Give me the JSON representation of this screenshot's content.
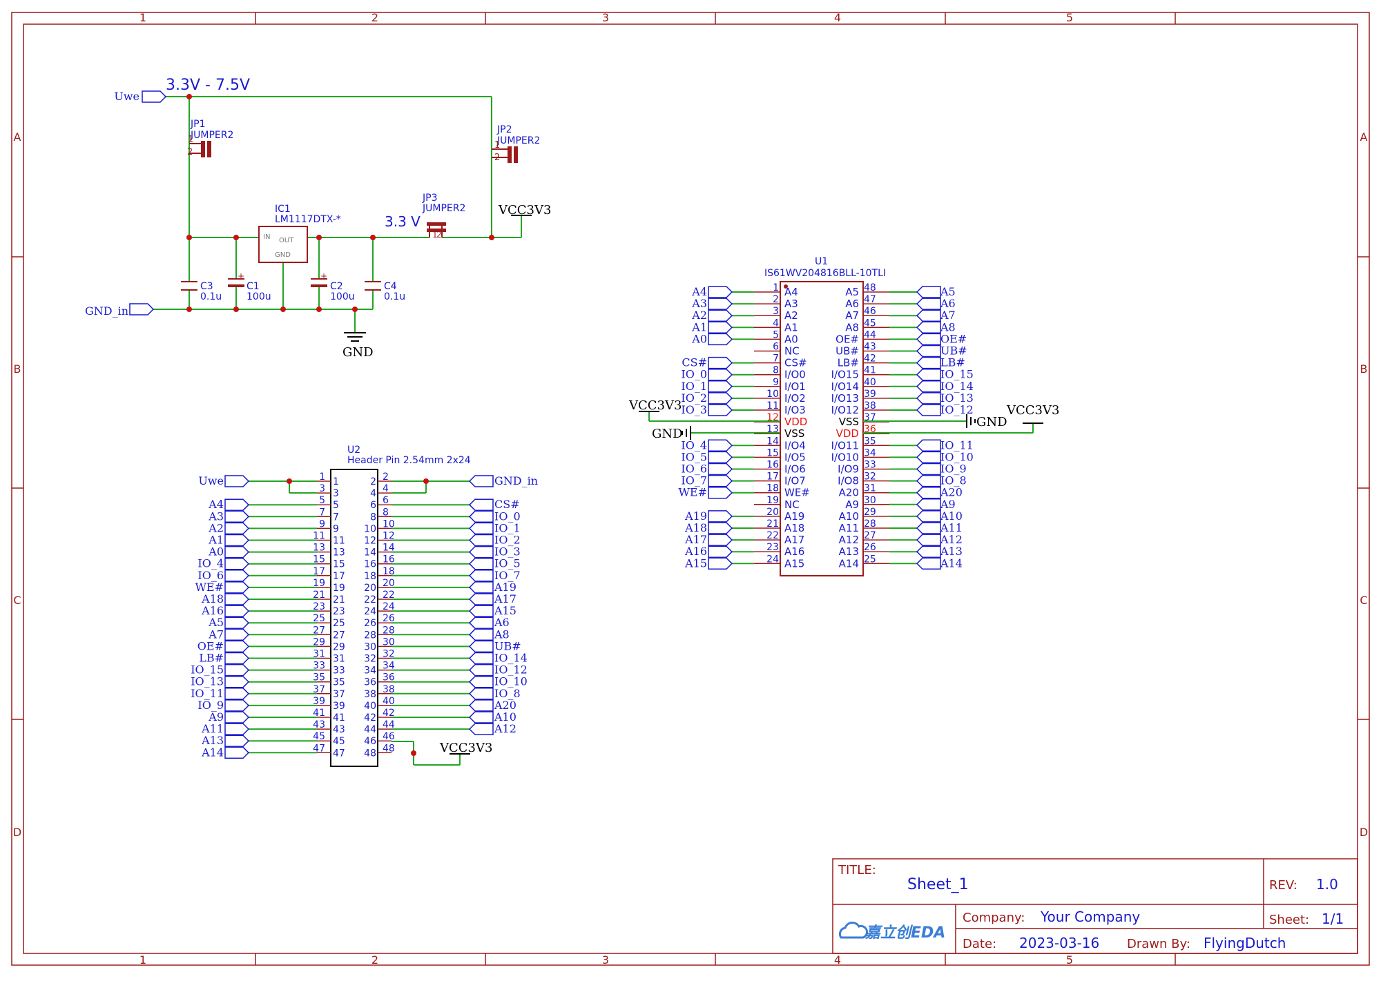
{
  "colors": {
    "border": "#9b1b1b",
    "wire": "#22a522",
    "label": "#1a1acc",
    "pin": "#9b1b1b",
    "body": "#9b1b1b",
    "black": "#000000",
    "red": "#ee1111",
    "title": "#1a1acc"
  },
  "frame": {
    "cols": [
      "1",
      "2",
      "3",
      "4",
      "5"
    ],
    "rows": [
      "A",
      "B",
      "C",
      "D"
    ]
  },
  "power": {
    "uwe": "Uwe",
    "gnd_in": "GND_in",
    "range": "3.3V - 7.5V",
    "v33": "3.3 V",
    "gnd": "GND",
    "vcc": "VCC3V3",
    "jp1_ref": "JP1",
    "jp1_val": "JUMPER2",
    "jp2_ref": "JP2",
    "jp2_val": "JUMPER2",
    "jp3_ref": "JP3",
    "jp3_val": "JUMPER2",
    "ic1_ref": "IC1",
    "ic1_val": "LM1117DTX-*",
    "ic1_in": "IN",
    "ic1_out": "OUT",
    "ic1_gnd": "GND",
    "c3": "C3",
    "c3v": "0.1u",
    "c1": "C1",
    "c1v": "100u",
    "c2": "C2",
    "c2v": "100u",
    "c4": "C4",
    "c4v": "0.1u",
    "p1": "1",
    "p2": "2"
  },
  "u1": {
    "ref": "U1",
    "value": "IS61WV204816BLL-10TLI",
    "left": [
      {
        "num": "1",
        "pin": "A4",
        "net": "A4"
      },
      {
        "num": "2",
        "pin": "A3",
        "net": "A3"
      },
      {
        "num": "3",
        "pin": "A2",
        "net": "A2"
      },
      {
        "num": "4",
        "pin": "A1",
        "net": "A1"
      },
      {
        "num": "5",
        "pin": "A0",
        "net": "A0"
      },
      {
        "num": "6",
        "pin": "NC",
        "net": ""
      },
      {
        "num": "7",
        "pin": "CS#",
        "net": "CS#"
      },
      {
        "num": "8",
        "pin": "I/O0",
        "net": "IO_0"
      },
      {
        "num": "9",
        "pin": "I/O1",
        "net": "IO_1"
      },
      {
        "num": "10",
        "pin": "I/O2",
        "net": "IO_2"
      },
      {
        "num": "11",
        "pin": "I/O3",
        "net": "IO_3"
      },
      {
        "num": "12",
        "pin": "VDD",
        "net": ""
      },
      {
        "num": "13",
        "pin": "VSS",
        "net": ""
      },
      {
        "num": "14",
        "pin": "I/O4",
        "net": "IO_4"
      },
      {
        "num": "15",
        "pin": "I/O5",
        "net": "IO_5"
      },
      {
        "num": "16",
        "pin": "I/O6",
        "net": "IO_6"
      },
      {
        "num": "17",
        "pin": "I/O7",
        "net": "IO_7"
      },
      {
        "num": "18",
        "pin": "WE#",
        "net": "WE#"
      },
      {
        "num": "19",
        "pin": "NC",
        "net": ""
      },
      {
        "num": "20",
        "pin": "A19",
        "net": "A19"
      },
      {
        "num": "21",
        "pin": "A18",
        "net": "A18"
      },
      {
        "num": "22",
        "pin": "A17",
        "net": "A17"
      },
      {
        "num": "23",
        "pin": "A16",
        "net": "A16"
      },
      {
        "num": "24",
        "pin": "A15",
        "net": "A15"
      }
    ],
    "right": [
      {
        "num": "48",
        "pin": "A5",
        "net": "A5"
      },
      {
        "num": "47",
        "pin": "A6",
        "net": "A6"
      },
      {
        "num": "46",
        "pin": "A7",
        "net": "A7"
      },
      {
        "num": "45",
        "pin": "A8",
        "net": "A8"
      },
      {
        "num": "44",
        "pin": "OE#",
        "net": "OE#"
      },
      {
        "num": "43",
        "pin": "UB#",
        "net": "UB#"
      },
      {
        "num": "42",
        "pin": "LB#",
        "net": "LB#"
      },
      {
        "num": "41",
        "pin": "I/O15",
        "net": "IO_15"
      },
      {
        "num": "40",
        "pin": "I/O14",
        "net": "IO_14"
      },
      {
        "num": "39",
        "pin": "I/O13",
        "net": "IO_13"
      },
      {
        "num": "38",
        "pin": "I/O12",
        "net": "IO_12"
      },
      {
        "num": "37",
        "pin": "VSS",
        "net": ""
      },
      {
        "num": "36",
        "pin": "VDD",
        "net": ""
      },
      {
        "num": "35",
        "pin": "I/O11",
        "net": "IO_11"
      },
      {
        "num": "34",
        "pin": "I/O10",
        "net": "IO_10"
      },
      {
        "num": "33",
        "pin": "I/O9",
        "net": "IO_9"
      },
      {
        "num": "32",
        "pin": "I/O8",
        "net": "IO_8"
      },
      {
        "num": "31",
        "pin": "A20",
        "net": "A20"
      },
      {
        "num": "30",
        "pin": "A9",
        "net": "A9"
      },
      {
        "num": "29",
        "pin": "A10",
        "net": "A10"
      },
      {
        "num": "28",
        "pin": "A11",
        "net": "A11"
      },
      {
        "num": "27",
        "pin": "A12",
        "net": "A12"
      },
      {
        "num": "26",
        "pin": "A13",
        "net": "A13"
      },
      {
        "num": "25",
        "pin": "A14",
        "net": "A14"
      }
    ],
    "vcc_l": "VCC3V3",
    "gnd_l": "GND",
    "vcc_r": "VCC3V3",
    "gnd_r": "GND"
  },
  "u2": {
    "ref": "U2",
    "value": "Header Pin 2.54mm 2x24",
    "left": [
      {
        "num": "1",
        "net": "Uwe"
      },
      {
        "num": "3",
        "net": ""
      },
      {
        "num": "5",
        "net": "A4"
      },
      {
        "num": "7",
        "net": "A3"
      },
      {
        "num": "9",
        "net": "A2"
      },
      {
        "num": "11",
        "net": "A1"
      },
      {
        "num": "13",
        "net": "A0"
      },
      {
        "num": "15",
        "net": "IO_4"
      },
      {
        "num": "17",
        "net": "IO_6"
      },
      {
        "num": "19",
        "net": "WE#"
      },
      {
        "num": "21",
        "net": "A18"
      },
      {
        "num": "23",
        "net": "A16"
      },
      {
        "num": "25",
        "net": "A5"
      },
      {
        "num": "27",
        "net": "A7"
      },
      {
        "num": "29",
        "net": "OE#"
      },
      {
        "num": "31",
        "net": "LB#"
      },
      {
        "num": "33",
        "net": "IO_15"
      },
      {
        "num": "35",
        "net": "IO_13"
      },
      {
        "num": "37",
        "net": "IO_11"
      },
      {
        "num": "39",
        "net": "IO_9"
      },
      {
        "num": "41",
        "net": "A9"
      },
      {
        "num": "43",
        "net": "A11"
      },
      {
        "num": "45",
        "net": "A13"
      },
      {
        "num": "47",
        "net": "A14"
      }
    ],
    "right": [
      {
        "num": "2",
        "net": "GND_in"
      },
      {
        "num": "4",
        "net": ""
      },
      {
        "num": "6",
        "net": "CS#"
      },
      {
        "num": "8",
        "net": "IO_0"
      },
      {
        "num": "10",
        "net": "IO_1"
      },
      {
        "num": "12",
        "net": "IO_2"
      },
      {
        "num": "14",
        "net": "IO_3"
      },
      {
        "num": "16",
        "net": "IO_5"
      },
      {
        "num": "18",
        "net": "IO_7"
      },
      {
        "num": "20",
        "net": "A19"
      },
      {
        "num": "22",
        "net": "A17"
      },
      {
        "num": "24",
        "net": "A15"
      },
      {
        "num": "26",
        "net": "A6"
      },
      {
        "num": "28",
        "net": "A8"
      },
      {
        "num": "30",
        "net": "UB#"
      },
      {
        "num": "32",
        "net": "IO_14"
      },
      {
        "num": "34",
        "net": "IO_12"
      },
      {
        "num": "36",
        "net": "IO_10"
      },
      {
        "num": "38",
        "net": "IO_8"
      },
      {
        "num": "40",
        "net": "A20"
      },
      {
        "num": "42",
        "net": "A10"
      },
      {
        "num": "44",
        "net": "A12"
      },
      {
        "num": "46",
        "net": ""
      },
      {
        "num": "48",
        "net": ""
      }
    ],
    "vcc": "VCC3V3"
  },
  "title_block": {
    "title_label": "TITLE:",
    "title": "Sheet_1",
    "rev_label": "REV:",
    "rev": "1.0",
    "company_label": "Company:",
    "company": "Your Company",
    "sheet_label": "Sheet:",
    "sheet": "1/1",
    "date_label": "Date:",
    "date": "2023-03-16",
    "drawn_label": "Drawn By:",
    "drawn": "FlyingDutch",
    "logo": "嘉立创EDA"
  }
}
